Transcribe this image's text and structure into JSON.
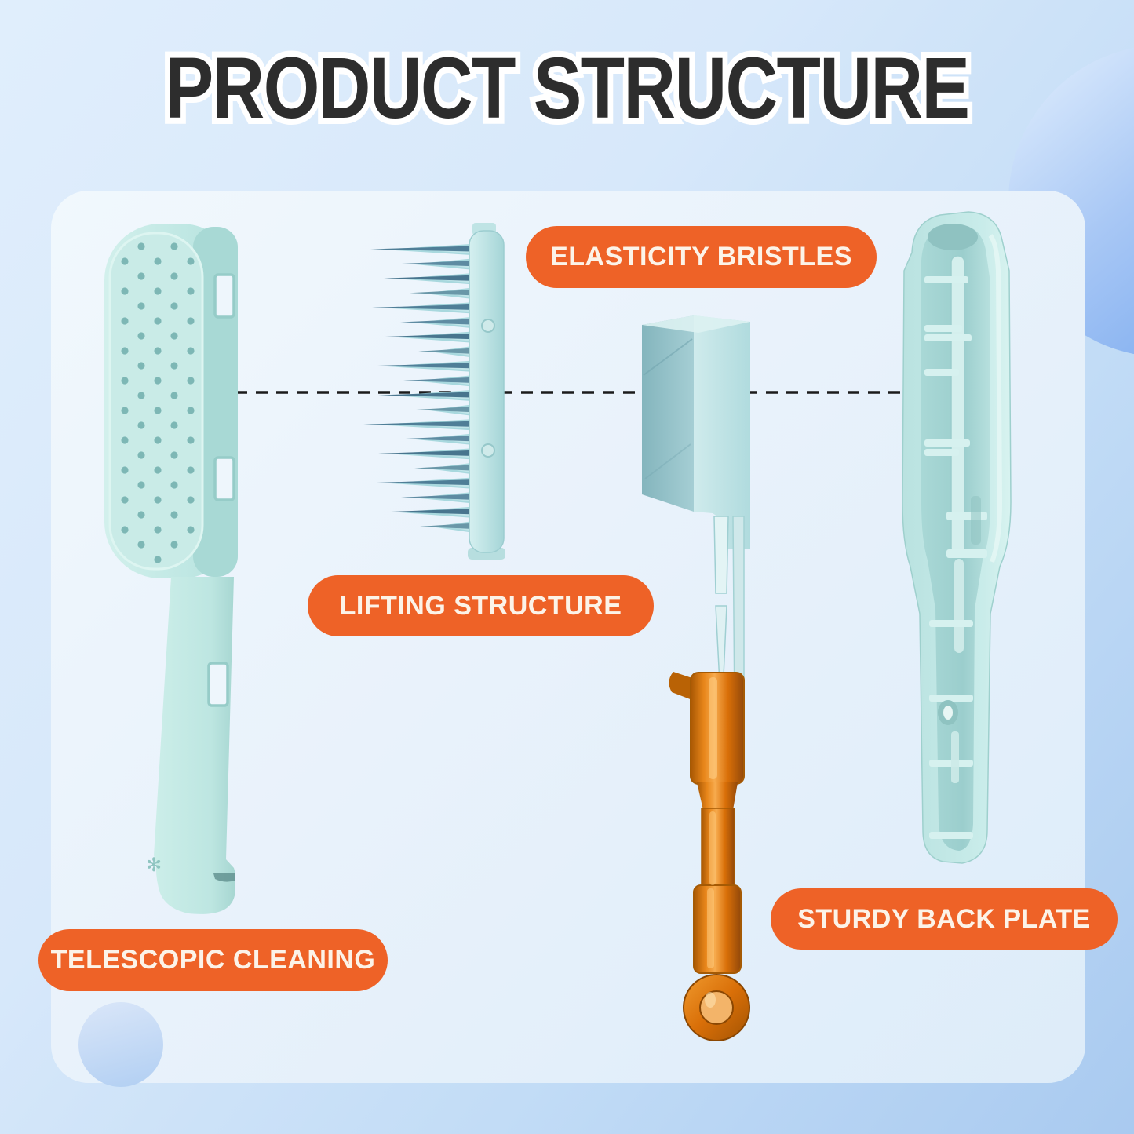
{
  "title": "PRODUCT STRUCTURE",
  "labels": {
    "elasticity_bristles": "ELASTICITY BRISTLES",
    "lifting_structure": "LIFTING STRUCTURE",
    "telescopic_cleaning": "TELESCOPIC CLEANING",
    "sturdy_back_plate": "STURDY BACK PLATE"
  },
  "parts": {
    "plate_mark": "✻"
  },
  "colors": {
    "accent_orange": "#EE6227",
    "pill_text": "#FCF3E8",
    "title_text": "#2D2D2D",
    "title_outline": "#FFFFFF",
    "product_mint_light": "#CDEEEA",
    "product_mint_mid": "#AEDDD9",
    "product_mint_shadow": "#8FC3C1",
    "bristle_dark": "#4F7E97",
    "bristle_light": "#A8D8DE",
    "rod_orange": "#E0760E",
    "rod_orange_dark": "#A55A04",
    "rod_orange_highlight": "#F7AB4E",
    "background_top": "#E0EEFC",
    "background_bottom": "#A9CAF0",
    "decor_circle_blue": "#7FADF0",
    "panel": "#EDF5FC",
    "connector_line": "#1B1B1B"
  }
}
